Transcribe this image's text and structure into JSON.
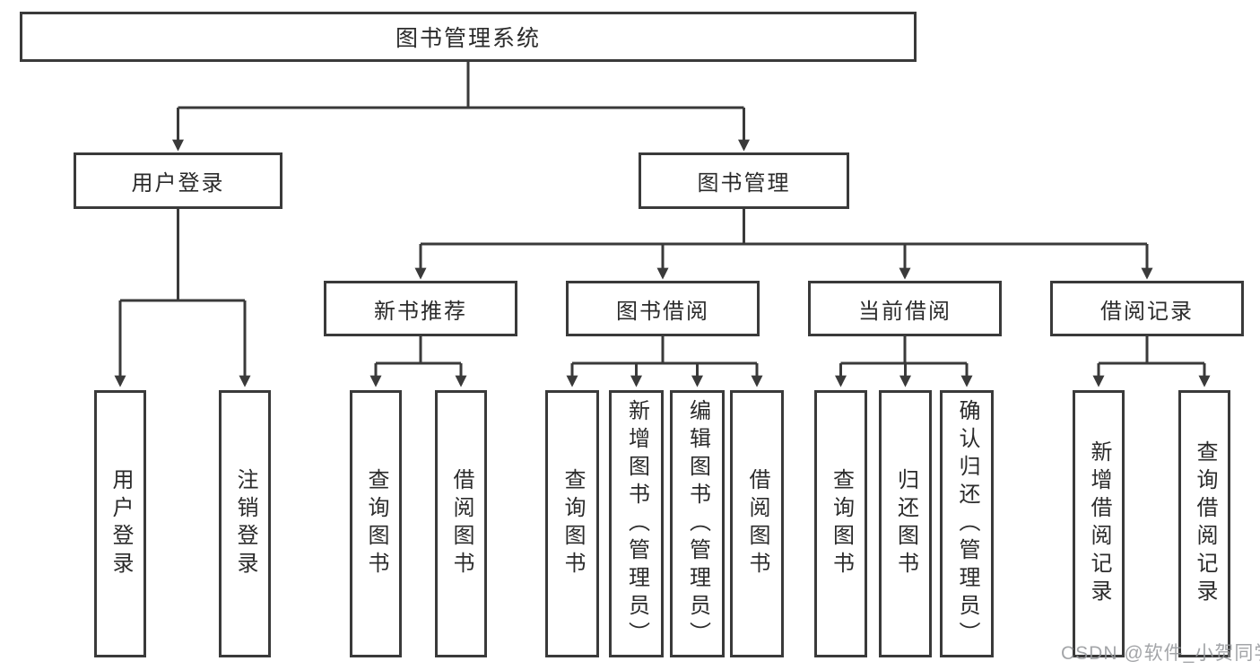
{
  "watermark": "CSDN @软件_小贺同学",
  "colors": {
    "line": "#3a3a3a",
    "text": "#2b2b2b",
    "background": "#ffffff",
    "watermark": "#96989c"
  },
  "diagram": {
    "root": {
      "label": "图书管理系统"
    },
    "branches": [
      {
        "label": "用户登录",
        "children": [
          {
            "label": "用户登录"
          },
          {
            "label": "注销登录"
          }
        ]
      },
      {
        "label": "图书管理",
        "children": [
          {
            "label": "新书推荐",
            "children": [
              {
                "label": "查询图书"
              },
              {
                "label": "借阅图书"
              }
            ]
          },
          {
            "label": "图书借阅",
            "children": [
              {
                "label": "查询图书"
              },
              {
                "label": "新增图书（管理员）"
              },
              {
                "label": "编辑图书（管理员）"
              },
              {
                "label": "借阅图书"
              }
            ]
          },
          {
            "label": "当前借阅",
            "children": [
              {
                "label": "查询图书"
              },
              {
                "label": "归还图书"
              },
              {
                "label": "确认归还（管理员）"
              }
            ]
          },
          {
            "label": "借阅记录",
            "children": [
              {
                "label": "新增借阅记录"
              },
              {
                "label": "查询借阅记录"
              }
            ]
          }
        ]
      }
    ]
  }
}
